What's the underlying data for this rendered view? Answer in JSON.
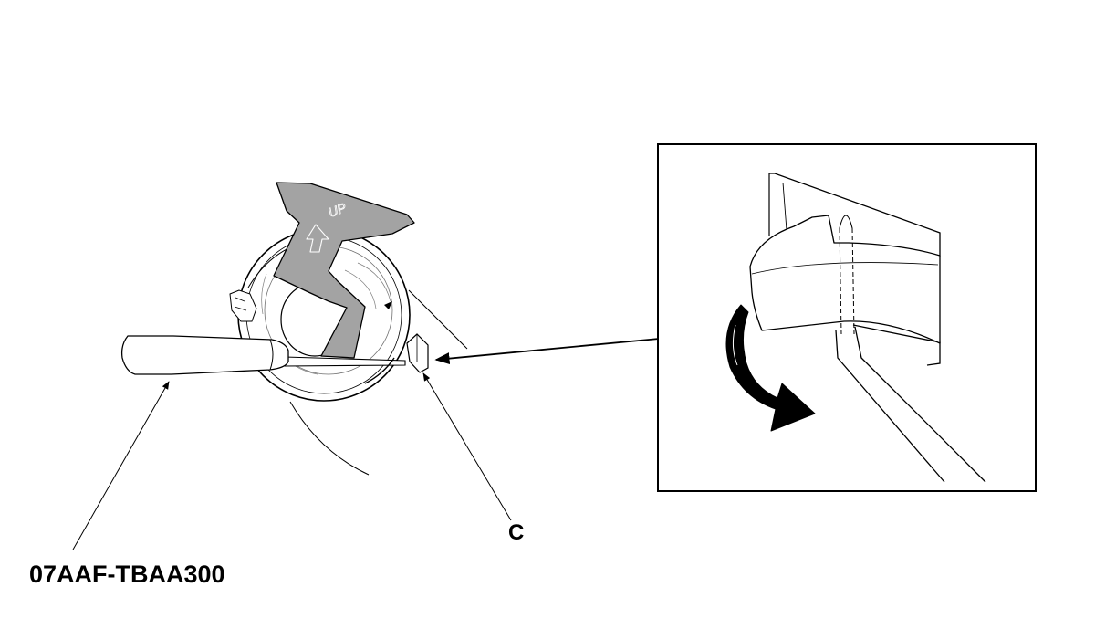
{
  "diagram": {
    "labels": {
      "tool_part_number": "07AAF-TBAA300",
      "clip_callout": "C",
      "lever_marking": "UP"
    },
    "colors": {
      "line": "#000000",
      "lever_fill": "#a3a3a3",
      "background": "#ffffff",
      "inset_border": "#000000"
    },
    "icons": {
      "rotation_indicator": "curved-arrow-icon",
      "lever_direction": "up-arrow-icon",
      "ring_mark": "triangle-mark-icon"
    }
  }
}
